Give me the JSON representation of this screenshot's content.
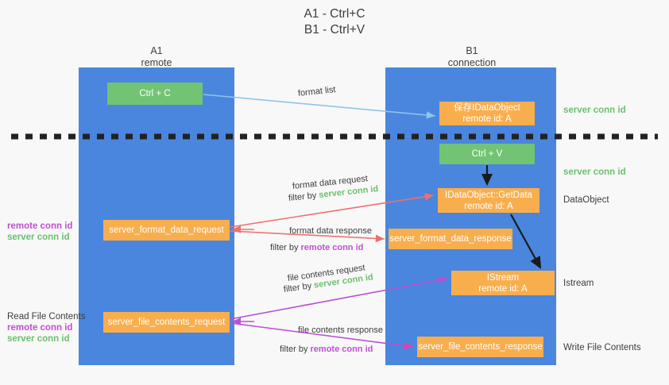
{
  "title": {
    "line1": "A1 - Ctrl+C",
    "line2": "B1 - Ctrl+V"
  },
  "columns": [
    {
      "id": "a1",
      "name": "A1",
      "sub": "remote",
      "color": "#4a86dd"
    },
    {
      "id": "b1",
      "name": "B1",
      "sub": "connection",
      "color": "#4a86dd"
    }
  ],
  "nodes": {
    "ctrl_c": {
      "line1": "Ctrl + C",
      "line2": "",
      "color": "#73c375"
    },
    "save_dataobject": {
      "line1": "保存IDataObject",
      "line2": "remote id: A",
      "color": "#f9ae4d"
    },
    "ctrl_v": {
      "line1": "Ctrl + V",
      "line2": "",
      "color": "#73c375"
    },
    "getdata": {
      "line1": "IDataObject::GetData",
      "line2": "remote id: A",
      "color": "#f9ae4d"
    },
    "format_data_request": {
      "line1": "server_format_data_request",
      "line2": "",
      "color": "#f9ae4d"
    },
    "format_data_response": {
      "line1": "server_format_data_response",
      "line2": "",
      "color": "#f9ae4d"
    },
    "istream": {
      "line1": "IStream",
      "line2": "remote id: A",
      "color": "#f9ae4d"
    },
    "file_contents_request": {
      "line1": "server_file_contents_request",
      "line2": "",
      "color": "#f9ae4d"
    },
    "file_contents_response": {
      "line1": "server_file_contents_response",
      "line2": "",
      "color": "#f9ae4d"
    }
  },
  "edge_labels": {
    "format_list": "format list",
    "format_data_request": "format data request",
    "format_data_request_filter_pre": "filter by ",
    "format_data_request_filter_key": "server conn id",
    "format_data_response": "format data response",
    "format_data_response_filter_pre": "filter by ",
    "format_data_response_filter_key": "remote conn id",
    "file_contents_request": "file contents request",
    "file_contents_request_filter_pre": "filter by ",
    "file_contents_request_filter_key": "server conn id",
    "file_contents_response": "file contents response",
    "file_contents_response_filter_pre": "filter by ",
    "file_contents_response_filter_key": "remote conn id"
  },
  "annotations": {
    "server_conn_id_top": "server conn id",
    "server_conn_id_mid": "server conn id",
    "dataobject": "DataObject",
    "istream": "Istream",
    "write_file_contents": "Write File Contents",
    "read_file_contents": "Read File Contents",
    "remote_conn_id_a": "remote conn id",
    "server_conn_id_a": "server conn id",
    "remote_conn_id_b": "remote conn id",
    "server_conn_id_b": "server conn id"
  },
  "colors": {
    "background": "#f8f8f8",
    "column": "#4a86dd",
    "green_node": "#73c375",
    "orange_node": "#f9ae4d",
    "arrow_blue": "#8ec4ea",
    "arrow_red": "#ef6f6f",
    "arrow_magenta": "#c050d0",
    "arrow_pink": "#e03faf",
    "arrow_black": "#1a1a1a",
    "text_green": "#6cbf6e",
    "text_magenta": "#c050d0"
  }
}
